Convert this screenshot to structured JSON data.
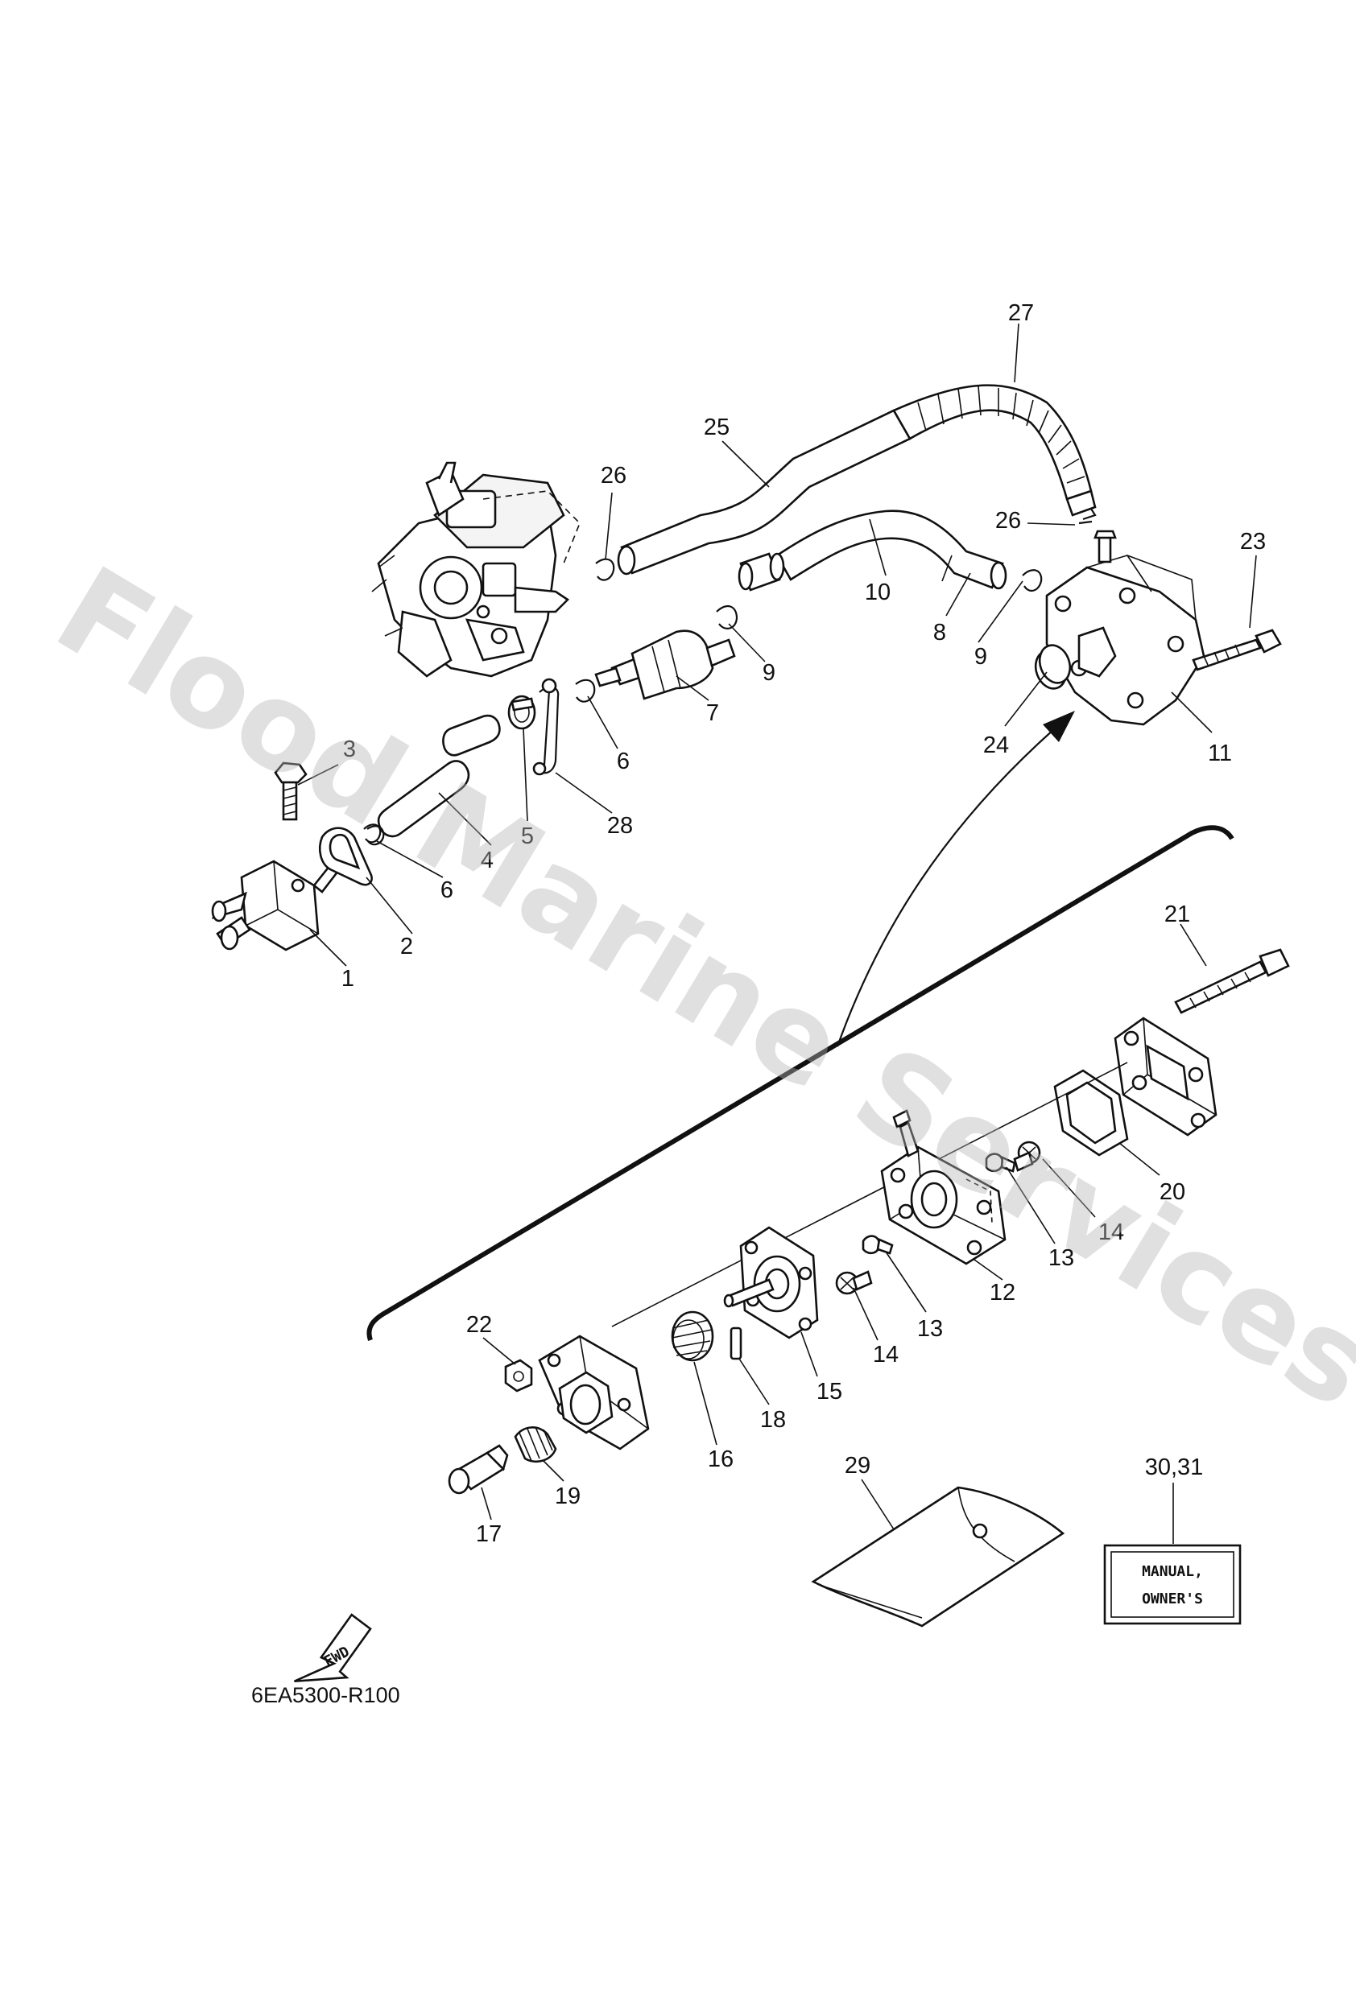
{
  "watermark": "Flood Marine Services",
  "diagram_code": "6EA5300-R100",
  "fwd_label": "FWD",
  "manual_label": [
    "MANUAL,",
    "OWNER'S"
  ],
  "part_labels": {
    "p1": "1",
    "p2": "2",
    "p3": "3",
    "p4": "4",
    "p5": "5",
    "p6a": "6",
    "p6b": "6",
    "p7": "7",
    "p8": "8",
    "p9a": "9",
    "p9b": "9",
    "p10": "10",
    "p11": "11",
    "p12": "12",
    "p13a": "13",
    "p13b": "13",
    "p14a": "14",
    "p14b": "14",
    "p15": "15",
    "p16": "16",
    "p17": "17",
    "p18": "18",
    "p19": "19",
    "p20": "20",
    "p21": "21",
    "p22": "22",
    "p23": "23",
    "p24": "24",
    "p25": "25",
    "p26a": "26",
    "p26b": "26",
    "p27": "27",
    "p28": "28",
    "p29": "29",
    "p30_31": "30,31"
  }
}
